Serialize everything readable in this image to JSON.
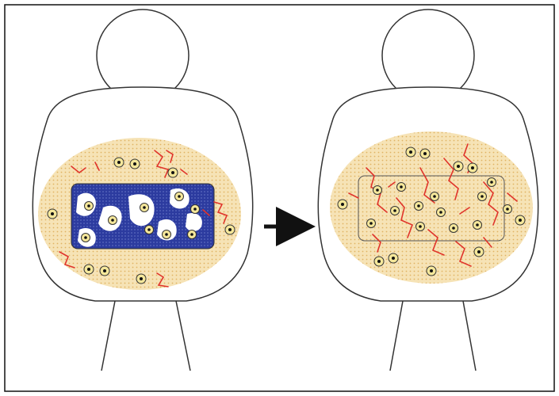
{
  "figure": {
    "panels": [
      {
        "id": "before",
        "state": "dense implant mesh in abdomen with surrounding cells and red fibers",
        "has_implant": true,
        "implant_color": "#2b3a9e"
      },
      {
        "id": "after",
        "state": "implant outline remains; tissue with cells and red fibers replaces it",
        "has_implant": false
      }
    ],
    "arrow": {
      "direction": "right"
    },
    "colors": {
      "tissue_fill": "#f3dca6",
      "tissue_dot": "#e2b86a",
      "fiber": "#e0342b",
      "outline": "#333333",
      "cell_fill": "#f5e79a"
    }
  }
}
